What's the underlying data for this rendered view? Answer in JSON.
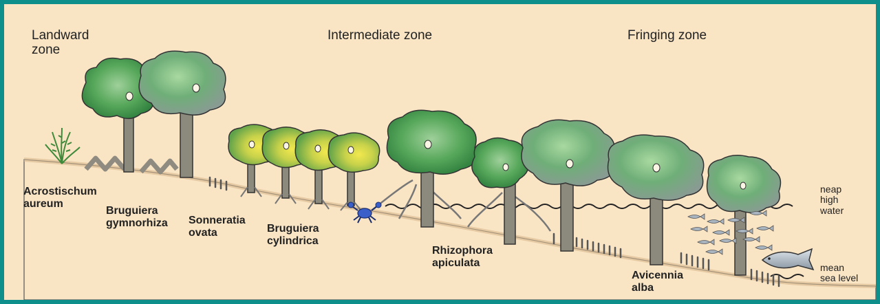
{
  "zones": {
    "landward": "Landward\nzone",
    "intermediate": "Intermediate zone",
    "fringing": "Fringing zone"
  },
  "species": {
    "acrostichum": "Acrostischum\naureum",
    "bruguiera_gymnorhiza": "Bruguiera\ngymnorhiza",
    "sonneratia": "Sonneratia\novata",
    "bruguiera_cylindrica": "Bruguiera\ncylindrica",
    "rhizophora": "Rhizophora\napiculata",
    "avicennia": "Avicennia\nalba"
  },
  "water_levels": {
    "neap_high_water": "neap\nhigh\nwater",
    "mean_sea_level": "mean\nsea level"
  },
  "colors": {
    "frame": "#0f8f8c",
    "background": "#f9e4c4",
    "ground": "#e9c89c",
    "trunk": "#8c8a7c",
    "canopy_green": "#3c9a4a",
    "canopy_yellow": "#e6d84a",
    "fish": "#a8b4c0",
    "crab": "#3a5fc8"
  },
  "icons": [
    "fern-icon",
    "crab-icon",
    "fish-icon",
    "fish-school-icon"
  ]
}
